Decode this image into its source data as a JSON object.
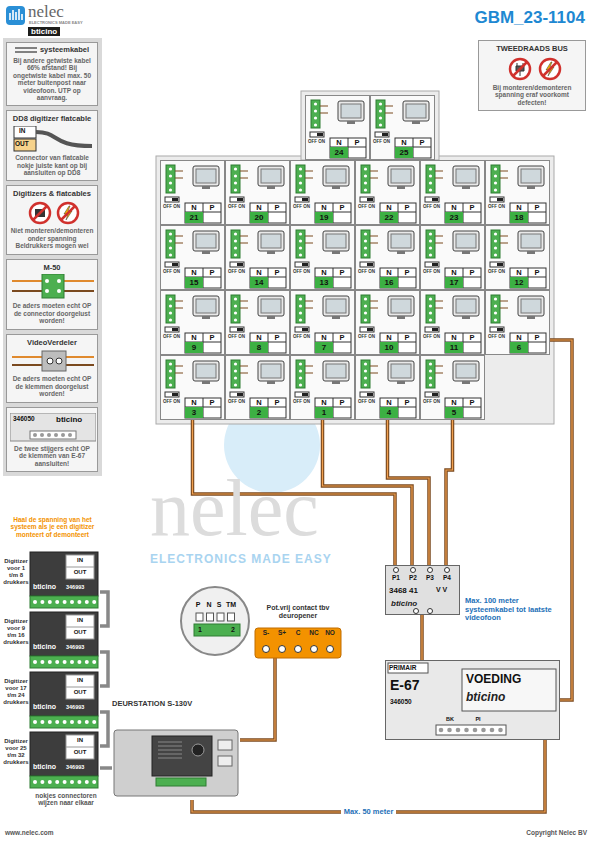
{
  "diagram": {
    "title": "GBM_23-1104",
    "nodes": [
      {
        "text": [
          "Bij andere getwiste kabel 66% afstand! Bij ongetwiste kabel max. 50 meter buitenpost naar videofoon. UTP op aanvraag."
        ]
      },
      {
        "text": [
          "DD8 digitizer flatcable",
          "IN",
          "OUT",
          "Connector van flatcable nokje juiste kant op bij aansluiten op DD8"
        ]
      },
      {
        "text": [
          "Digitizers & flatcables",
          "Niet monteren/demonteren onder spanning Beldrukkers mogen wel"
        ]
      },
      {
        "text": [
          "M-50",
          "De aders moeten echt OP de connector doorgelust worden!"
        ]
      },
      {
        "text": [
          "VideoVerdeler",
          "De aders moeten echt OP de klemmen doorgelust worden!"
        ]
      },
      {
        "text": [
          "346050",
          "bticino",
          "De twee stijgers echt OP de klemmen van E-67 aansluiten!"
        ]
      },
      {
        "text": [
          "TWEEDRAADS BUS",
          "Bij monteren/demonteren spanning eraf voorkomt defecten!"
        ]
      },
      {
        "text": [
          "OFF ON",
          "N",
          "P",
          "24"
        ]
      },
      {
        "text": [
          "OFF ON",
          "N",
          "P",
          "25"
        ]
      },
      {
        "text": [
          "OFF ON",
          "N",
          "P",
          "21"
        ]
      },
      {
        "text": [
          "OFF ON",
          "N",
          "P",
          "20"
        ]
      },
      {
        "text": [
          "OFF ON",
          "N",
          "P",
          "19"
        ]
      },
      {
        "text": [
          "OFF ON",
          "N",
          "P",
          "22"
        ]
      },
      {
        "text": [
          "OFF ON",
          "N",
          "P",
          "23"
        ]
      },
      {
        "text": [
          "OFF ON",
          "N",
          "P",
          "18"
        ]
      },
      {
        "text": [
          "OFF ON",
          "N",
          "P",
          "15"
        ]
      },
      {
        "text": [
          "OFF ON",
          "N",
          "P",
          "14"
        ]
      },
      {
        "text": [
          "OFF ON",
          "N",
          "P",
          "13"
        ]
      },
      {
        "text": [
          "OFF ON",
          "N",
          "P",
          "16"
        ]
      },
      {
        "text": [
          "OFF ON",
          "N",
          "P",
          "17"
        ]
      },
      {
        "text": [
          "OFF ON",
          "N",
          "P",
          "12"
        ]
      },
      {
        "text": [
          "OFF ON",
          "N",
          "P",
          "9"
        ]
      },
      {
        "text": [
          "OFF ON",
          "N",
          "P",
          "8"
        ]
      },
      {
        "text": [
          "OFF ON",
          "N",
          "P",
          "7"
        ]
      },
      {
        "text": [
          "OFF ON",
          "N",
          "P",
          "10"
        ]
      },
      {
        "text": [
          "OFF ON",
          "N",
          "P",
          "11"
        ]
      },
      {
        "text": [
          "OFF ON",
          "N",
          "P",
          "6"
        ]
      },
      {
        "text": [
          "OFF ON",
          "N",
          "P",
          "3"
        ]
      },
      {
        "text": [
          "OFF ON",
          "N",
          "P",
          "2"
        ]
      },
      {
        "text": [
          "OFF ON",
          "N",
          "P",
          "1"
        ]
      },
      {
        "text": [
          "OFF ON",
          "N",
          "P",
          "4"
        ]
      },
      {
        "text": [
          "OFF ON",
          "N",
          "P",
          "5"
        ]
      },
      {
        "text": [
          "Digitizer voor 1 t/m 8 drukkers",
          "IN",
          "OUT",
          "bticino",
          "346993"
        ]
      },
      {
        "text": [
          "Digitizer voor 9 t/m 16 drukkers",
          "IN",
          "OUT",
          "bticino",
          "346993"
        ]
      },
      {
        "text": [
          "Digitizer voor 17 t/m 24 drukkers",
          "IN",
          "OUT",
          "bticino",
          "346993"
        ]
      },
      {
        "text": [
          "Digitizer voor 25 t/m 32 drukkers",
          "IN",
          "OUT",
          "bticino",
          "346993"
        ]
      },
      {
        "text": [
          "P",
          "N",
          "S",
          "TM",
          "1",
          "2"
        ]
      },
      {
        "text": [
          "Pot.vrij contact tbv deuropener",
          "S-",
          "S+",
          "C",
          "NC",
          "NO"
        ]
      },
      {
        "text": [
          "P1",
          "P2",
          "P3",
          "P4",
          "3468 41",
          "V V",
          "bticino"
        ]
      },
      {
        "text": [
          "DEURSTATION S-130V"
        ]
      },
      {
        "text": [
          "PRIMAIR",
          "E-67",
          "VOEDING",
          "346050",
          "bticino",
          "BK",
          "PI"
        ]
      }
    ],
    "edges": [
      {
        "from": 27,
        "to": 38,
        "arrow": "none"
      },
      {
        "from": 29,
        "to": 38,
        "arrow": "none"
      },
      {
        "from": 30,
        "to": 38,
        "arrow": "none"
      },
      {
        "from": 31,
        "to": 38,
        "arrow": "none"
      },
      {
        "from": 38,
        "to": 40,
        "arrow": "none"
      },
      {
        "from": 39,
        "to": 40,
        "label": "Max. 50 meter",
        "arrow": "none"
      },
      {
        "from": 32,
        "to": 33,
        "arrow": "none"
      },
      {
        "from": 33,
        "to": 34,
        "arrow": "none"
      },
      {
        "from": 34,
        "to": 35,
        "arrow": "none"
      },
      {
        "from": 35,
        "to": 39,
        "arrow": "none"
      },
      {
        "from": 37,
        "to": 39,
        "arrow": "none"
      },
      {
        "from": 26,
        "to": 40,
        "arrow": "none"
      }
    ],
    "labels": [
      "nelec",
      "ELECTRONICS MADE EASY",
      "bticino",
      "nelec",
      "ELECTRONICS MADE EASY",
      "Haal de spanning van het systeem als je een digitizer monteert of demonteert",
      "nokjes connectoren wijzen naar elkaar",
      "Max. 100 meter systeemkabel tot laatste videofoon",
      "www.nelec.com",
      "Copyright Nelec BV"
    ],
    "legend": [
      {
        "text": "systeemkabel"
      }
    ]
  }
}
